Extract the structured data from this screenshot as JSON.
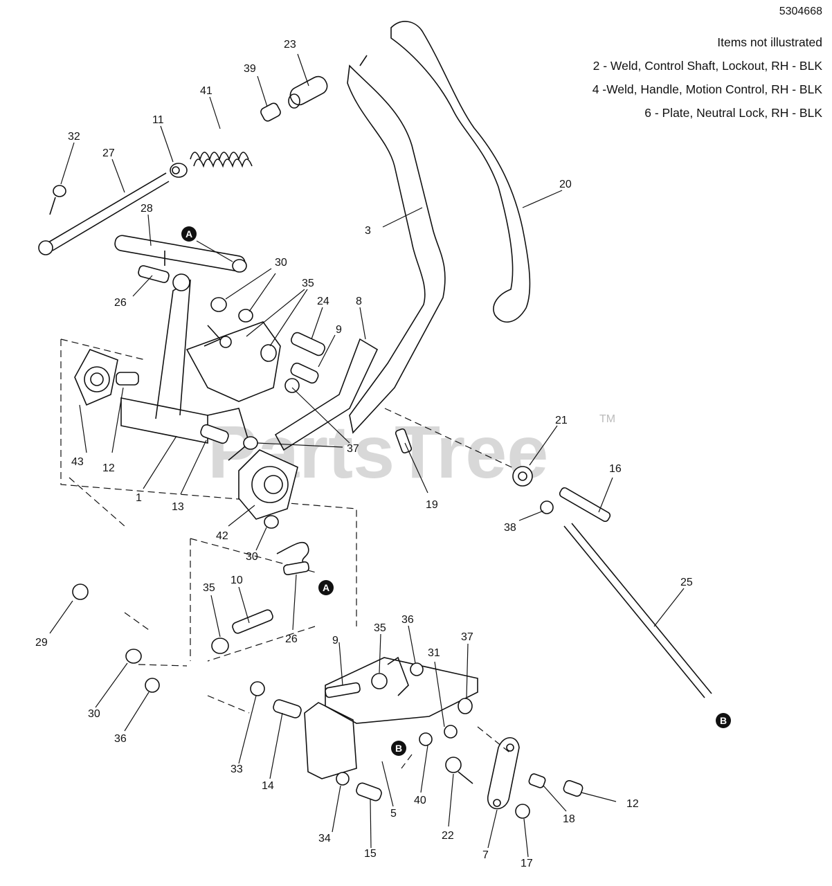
{
  "doc_id": "5304668",
  "notes": {
    "heading": "Items not illustrated",
    "items": [
      "2 - Weld, Control Shaft, Lockout, RH - BLK",
      "4 -Weld, Handle, Motion Control, RH - BLK",
      "6 - Plate, Neutral Lock, RH - BLK"
    ]
  },
  "watermark": {
    "text": "PartsTree",
    "tm": "TM"
  },
  "callouts": {
    "c23": "23",
    "c39": "39",
    "c41": "41",
    "c11": "11",
    "c32": "32",
    "c27": "27",
    "c28": "28",
    "c30a": "30",
    "c26a": "26",
    "c35a": "35",
    "c24": "24",
    "c8": "8",
    "c9a": "9",
    "c3": "3",
    "c20": "20",
    "c43": "43",
    "c12a": "12",
    "c1": "1",
    "c13": "13",
    "c37a": "37",
    "c19": "19",
    "c21": "21",
    "c16": "16",
    "c38": "38",
    "c42": "42",
    "c30b": "30",
    "c25": "25",
    "c35b": "35",
    "c10": "10",
    "c26b": "26",
    "c29": "29",
    "c30c": "30",
    "c36a": "36",
    "c9b": "9",
    "c35c": "35",
    "c36b": "36",
    "c31": "31",
    "c37b": "37",
    "c33": "33",
    "c14": "14",
    "c5": "5",
    "c40": "40",
    "c22": "22",
    "c7": "7",
    "c18": "18",
    "c12b": "12",
    "c34": "34",
    "c15": "15",
    "c17": "17"
  },
  "markers": {
    "a1": "A",
    "a2": "A",
    "b1": "B",
    "b2": "B"
  }
}
